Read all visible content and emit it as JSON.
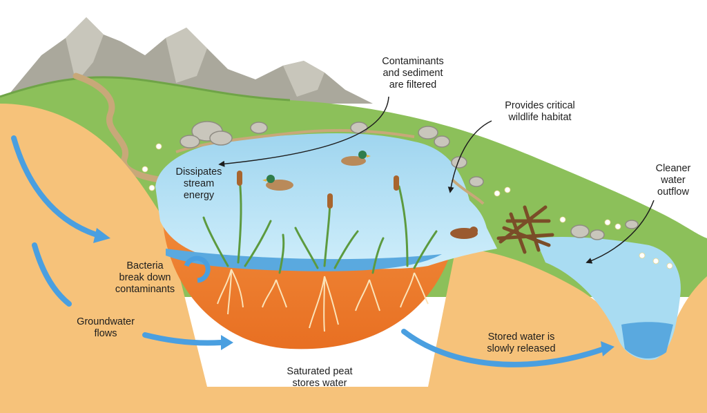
{
  "labels": {
    "contaminants": "Contaminants\nand sediment\nare filtered",
    "habitat": "Provides critical\nwildlife habitat",
    "cleaner": "Cleaner\nwater\noutflow",
    "dissipates": "Dissipates\nstream\nenergy",
    "bacteria": "Bacteria\nbreak down\ncontaminants",
    "groundwater": "Groundwater\nflows",
    "stored": "Stored water is\nslowly released",
    "peat": "Saturated peat\nstores water"
  },
  "colors": {
    "sky": "#ffffff",
    "soil": "#f6c27a",
    "peat": "#ef7f2f",
    "water": "#a9dcf2",
    "water_deep": "#5aa9df",
    "grass": "#8cc05a",
    "mountain": "#a9a79d",
    "arrow": "#4a9fe0",
    "root": "#fbe3b8"
  },
  "icons": [
    "mountain-icon",
    "duck-icon",
    "beaver-icon",
    "beaver-dam-icon",
    "cattail-icon",
    "rock-icon",
    "flower-icon",
    "cycle-arrow-icon"
  ]
}
